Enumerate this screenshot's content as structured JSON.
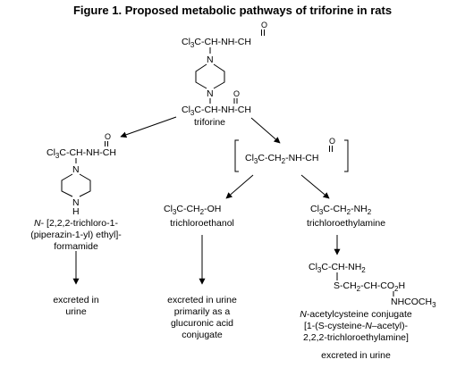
{
  "title": "Figure 1.  Proposed metabolic pathways of triforine in rats",
  "triforine": {
    "label": "triforine"
  },
  "intermediate": {},
  "metabolite_left": {
    "name_prefix": "N",
    "name_line1_rest": "- [2,2,2-trichloro-1-",
    "name_line2": "(piperazin-1-yl) ethyl]-",
    "name_line3": "formamide",
    "fate_line1": "excreted in",
    "fate_line2": "urine"
  },
  "trichloroethanol": {
    "name": "trichloroethanol",
    "fate_line1": "excreted in urine",
    "fate_line2": "primarily as a",
    "fate_line3": "glucuronic acid",
    "fate_line4": "conjugate"
  },
  "trichloroethylamine": {
    "name": "trichloroethylamine"
  },
  "conjugate": {
    "name_prefix": "N",
    "name_line1_rest": "-acetylcysteine conjugate",
    "name_line2": "[1-(S-cysteine-",
    "name_line2_italic": "N",
    "name_line2_rest": "–acetyl)-",
    "name_line3": "2,2,2-trichloroethylamine]",
    "fate": "excreted in urine"
  }
}
